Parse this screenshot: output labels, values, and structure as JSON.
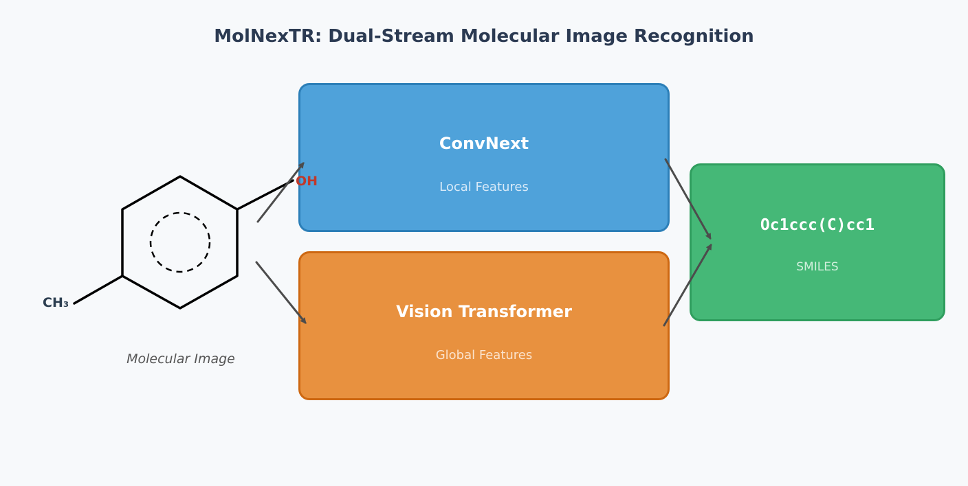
{
  "title": "MolNexTR: Dual-Stream Molecular Image Recognition",
  "molecule": {
    "caption": "Molecular Image",
    "oh_label": "OH",
    "ch3_label": "CH₃"
  },
  "boxes": {
    "convnext": {
      "label": "ConvNext",
      "sublabel": "Local Features"
    },
    "vit": {
      "label": "Vision Transformer",
      "sublabel": "Global Features"
    },
    "smiles": {
      "label": "Oc1ccc(C)cc1",
      "sublabel": "SMILES"
    }
  },
  "colors": {
    "background": "#f7f9fb",
    "title_text": "#2b3a52",
    "blue_fill": "#4fa2da",
    "blue_border": "#2c7fb8",
    "orange_fill": "#e8913f",
    "orange_border": "#cd6812",
    "green_fill": "#45b877",
    "green_border": "#2f9e5e",
    "box_text": "#ffffff",
    "subtitle_blue": "#d8eaf8",
    "subtitle_orange": "#fbe3cd",
    "subtitle_green": "#d2efdd",
    "arrow": "#4c4c4c",
    "bond": "#000000",
    "oh_text": "#c0392b",
    "ch3_text": "#2c3e50",
    "caption_text": "#555555"
  }
}
